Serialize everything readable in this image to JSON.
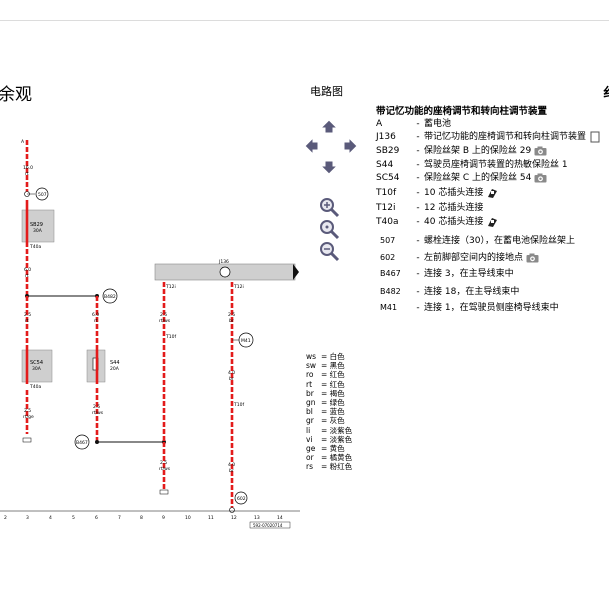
{
  "header": {
    "left_title": "余观",
    "section_title": "电路图",
    "edge_glyph": "纟"
  },
  "legend": {
    "title": "带记忆功能的座椅调节和转向柱调节装置",
    "items": [
      {
        "code": "A",
        "desc": "蓄电池",
        "icon": ""
      },
      {
        "code": "J136",
        "desc": "带记忆功能的座椅调节和转向柱调节装置",
        "icon": "edge-icon"
      },
      {
        "code": "SB29",
        "desc": "保险丝架 B 上的保险丝 29",
        "icon": "camera-icon"
      },
      {
        "code": "S44",
        "desc": "驾驶员座椅调节装置的热敏保险丝 1",
        "icon": ""
      },
      {
        "code": "SC54",
        "desc": "保险丝架 C 上的保险丝 54",
        "icon": "camera-icon"
      },
      {
        "code": "T10f",
        "desc": "10 芯插头连接",
        "icon": "connector-icon"
      },
      {
        "code": "T12i",
        "desc": "12 芯插头连接",
        "icon": ""
      },
      {
        "code": "T40a",
        "desc": "40 芯插头连接",
        "icon": "connector-icon"
      },
      {
        "code": "507",
        "desc": "螺栓连接（30），在蓄电池保险丝架上",
        "icon": ""
      },
      {
        "code": "602",
        "desc": "左前脚部空间内的接地点",
        "icon": "camera-icon"
      },
      {
        "code": "B467",
        "desc": "连接 3，在主导线束中",
        "icon": ""
      },
      {
        "code": "B482",
        "desc": "连接 18，在主导线束中",
        "icon": ""
      },
      {
        "code": "M41",
        "desc": "连接 1，在驾驶员侧座椅导线束中",
        "icon": ""
      }
    ]
  },
  "color_codes": [
    {
      "code": "ws",
      "name": "白色"
    },
    {
      "code": "sw",
      "name": "黑色"
    },
    {
      "code": "ro",
      "name": "红色"
    },
    {
      "code": "rt",
      "name": "红色"
    },
    {
      "code": "br",
      "name": "褐色"
    },
    {
      "code": "gn",
      "name": "绿色"
    },
    {
      "code": "bl",
      "name": "蓝色"
    },
    {
      "code": "gr",
      "name": "灰色"
    },
    {
      "code": "li",
      "name": "淡紫色"
    },
    {
      "code": "vi",
      "name": "淡紫色"
    },
    {
      "code": "ge",
      "name": "黄色"
    },
    {
      "code": "or",
      "name": "橘黄色"
    },
    {
      "code": "rs",
      "name": "粉红色"
    }
  ],
  "diagram": {
    "track_numbers": [
      "2",
      "3",
      "4",
      "5",
      "6",
      "7",
      "8",
      "9",
      "10",
      "11",
      "12",
      "13",
      "14"
    ],
    "ref_number": "592-07020714",
    "labels": {
      "a": "A",
      "sb29": "SB29",
      "sb29_rating": "30A",
      "sc54": "SC54",
      "sc54_rating": "30A",
      "s44": "S44",
      "s44_rating": "20A",
      "j136": "J136",
      "n507": "507",
      "n602": "602",
      "b467": "B467",
      "b482": "B482",
      "m41": "M41",
      "t10f": "T10f",
      "t12i": "T12i",
      "t40a": "T40a",
      "t40a_2": "T40a",
      "t12i_2": "T12i",
      "t40a_3": "T40a",
      "t10f_2": "T10f"
    },
    "wires": [
      {
        "size": "16.0",
        "color": "rt"
      },
      {
        "size": "6.0",
        "color": "rt"
      },
      {
        "size": "2.5",
        "color": "rt"
      },
      {
        "size": "2.5",
        "color": "rt/ge"
      },
      {
        "size": "6.0",
        "color": "rt"
      },
      {
        "size": "2.5",
        "color": "rt/ws"
      },
      {
        "size": "2.5",
        "color": "rt/ws"
      },
      {
        "size": "2.5",
        "color": "rt/ws"
      },
      {
        "size": "2.5",
        "color": "br"
      },
      {
        "size": "4.0",
        "color": "br"
      },
      {
        "size": "4.0",
        "color": "br"
      }
    ]
  },
  "colors": {
    "wire_red": "#e31b1b",
    "wire_black": "#111111",
    "component_fill": "#cfcfcf",
    "nav_icon": "#5a5a7a"
  }
}
